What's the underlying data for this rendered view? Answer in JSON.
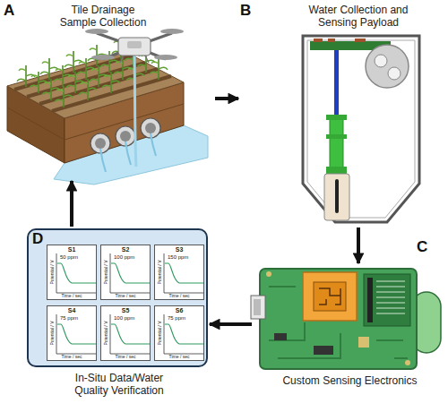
{
  "diagram": {
    "nodes": [
      {
        "text": [
          "A",
          "Tile Drainage Sample Collection"
        ]
      },
      {
        "text": [
          "B",
          "Water Collection and Sensing Payload"
        ]
      },
      {
        "text": [
          "C",
          "Custom Sensing Electronics"
        ]
      },
      {
        "text": [
          "D",
          "In-Situ Data/Water Quality Verification"
        ]
      },
      {
        "text": [
          "S1",
          "50 ppm",
          "Potential / V",
          "Time / sec"
        ],
        "in": 3
      },
      {
        "text": [
          "S2",
          "100 ppm",
          "Potential / V",
          "Time / sec"
        ],
        "in": 3
      },
      {
        "text": [
          "S3",
          "150 ppm",
          "Potential / V",
          "Time / sec"
        ],
        "in": 3
      },
      {
        "text": [
          "S4",
          "75 ppm",
          "Potential / V",
          "Time / sec"
        ],
        "in": 3
      },
      {
        "text": [
          "S5",
          "100 ppm",
          "Potential / V",
          "Time / sec"
        ],
        "in": 3
      },
      {
        "text": [
          "S6",
          "75 ppm",
          "Potential / V",
          "Time / sec"
        ],
        "in": 3
      }
    ],
    "edges": [
      {
        "from": 0,
        "to": 1,
        "arrow": "to"
      },
      {
        "from": 1,
        "to": 2,
        "arrow": "to"
      },
      {
        "from": 2,
        "to": 3,
        "arrow": "to"
      },
      {
        "from": 3,
        "to": 0,
        "arrow": "to"
      }
    ]
  }
}
